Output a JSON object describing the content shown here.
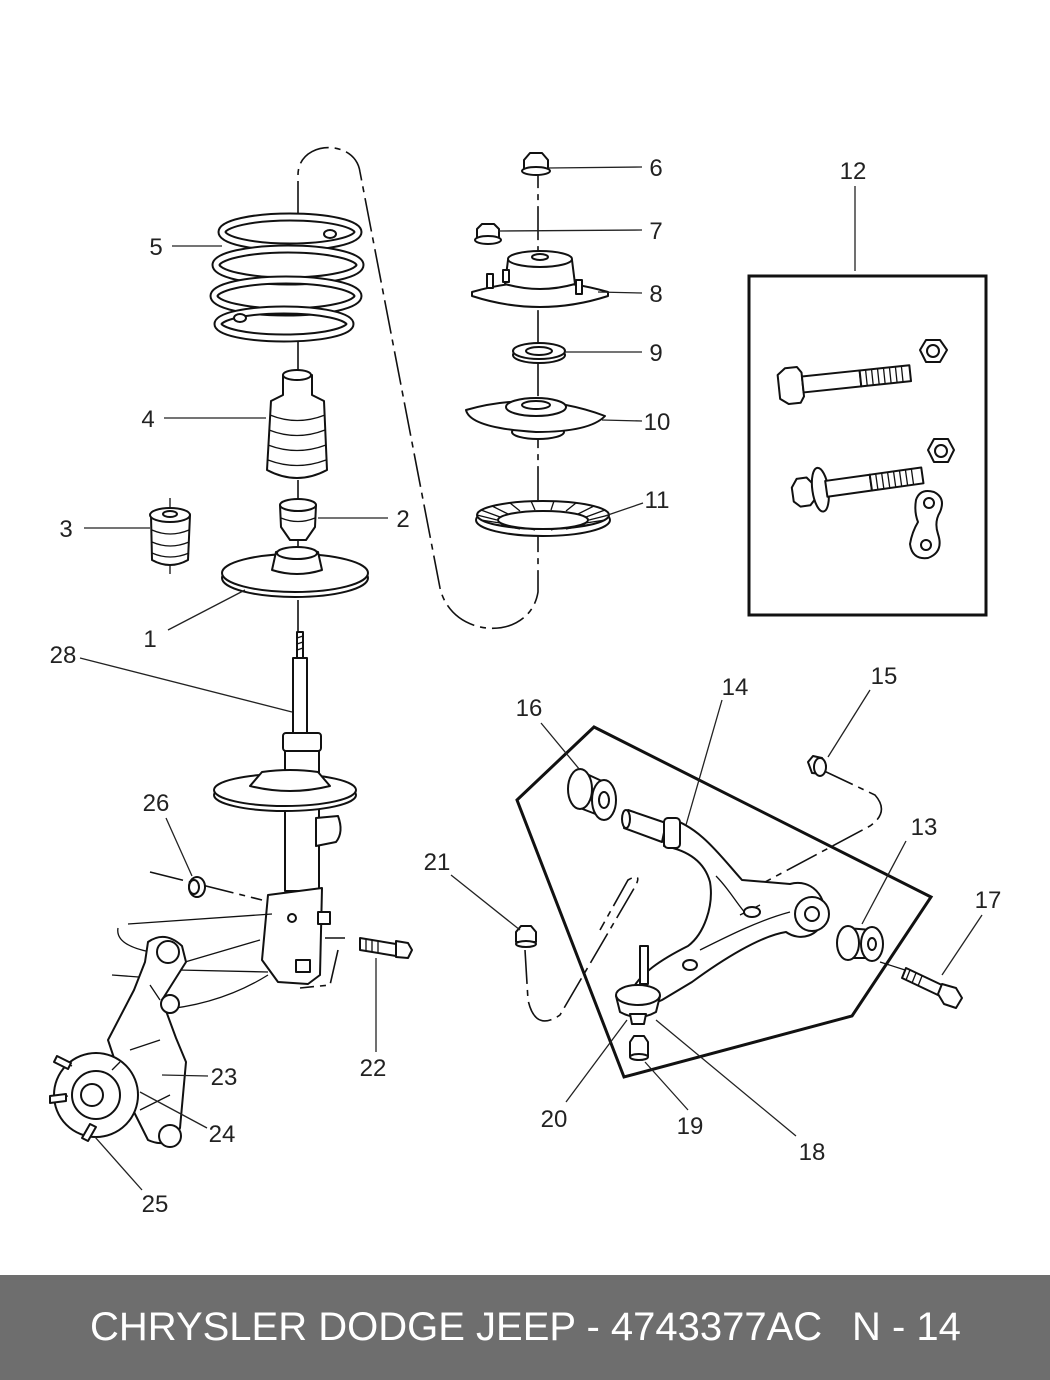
{
  "callouts": {
    "c1": "1",
    "c2": "2",
    "c3": "3",
    "c4": "4",
    "c5": "5",
    "c6": "6",
    "c7": "7",
    "c8": "8",
    "c9": "9",
    "c10": "10",
    "c11": "11",
    "c12": "12",
    "c13": "13",
    "c14": "14",
    "c15": "15",
    "c16": "16",
    "c17": "17",
    "c18": "18",
    "c19": "19",
    "c20": "20",
    "c21": "21",
    "c22": "22",
    "c23": "23",
    "c24": "24",
    "c25": "25",
    "c26": "26",
    "c28": "28"
  },
  "footer": {
    "brand": "CHRYSLER DODGE JEEP - 4743377AC",
    "page": "N - 14"
  }
}
